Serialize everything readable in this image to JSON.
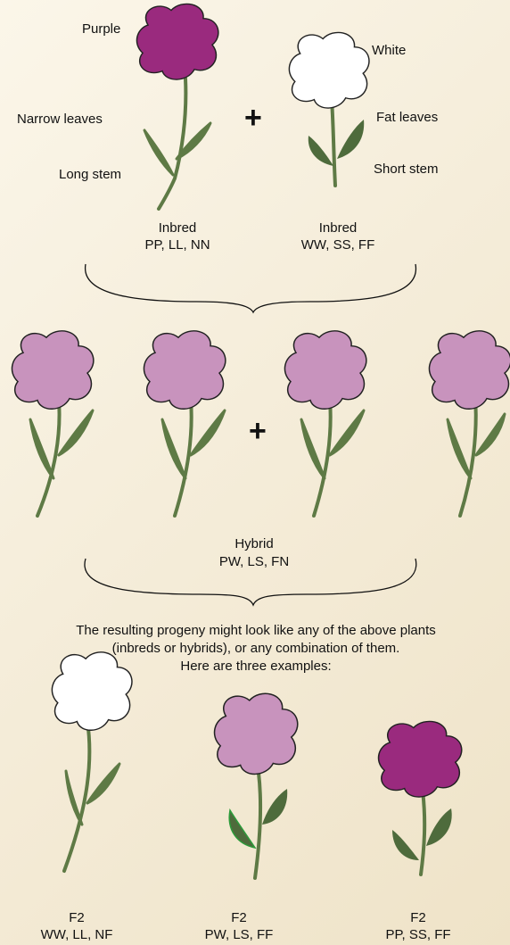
{
  "colors": {
    "purple": "#9a2a7e",
    "hybrid": "#c893bd",
    "white": "#ffffff",
    "stem": "#5e7a45",
    "fat_leaf": "#4e6b3c",
    "outline": "#222222"
  },
  "parents": {
    "purple_label": "Purple",
    "narrow_label": "Narrow leaves",
    "long_label": "Long stem",
    "white_label": "White",
    "fat_label": "Fat leaves",
    "short_label": "Short stem",
    "plus": "+",
    "p1": {
      "name": "Inbred",
      "genotype": "PP, LL, NN"
    },
    "p2": {
      "name": "Inbred",
      "genotype": "WW, SS, FF"
    }
  },
  "hybrid": {
    "plus": "+",
    "name": "Hybrid",
    "genotype": "PW, LS, FN"
  },
  "caption": {
    "line1": "The resulting progeny might look like any of the above plants",
    "line2": "(inbreds or hybrids), or any combination of them.",
    "line3": "Here are three examples:"
  },
  "examples": [
    {
      "name": "F2",
      "genotype": "WW, LL, NF"
    },
    {
      "name": "F2",
      "genotype": "PW, LS, FF"
    },
    {
      "name": "F2",
      "genotype": "PP, SS, FF"
    }
  ]
}
